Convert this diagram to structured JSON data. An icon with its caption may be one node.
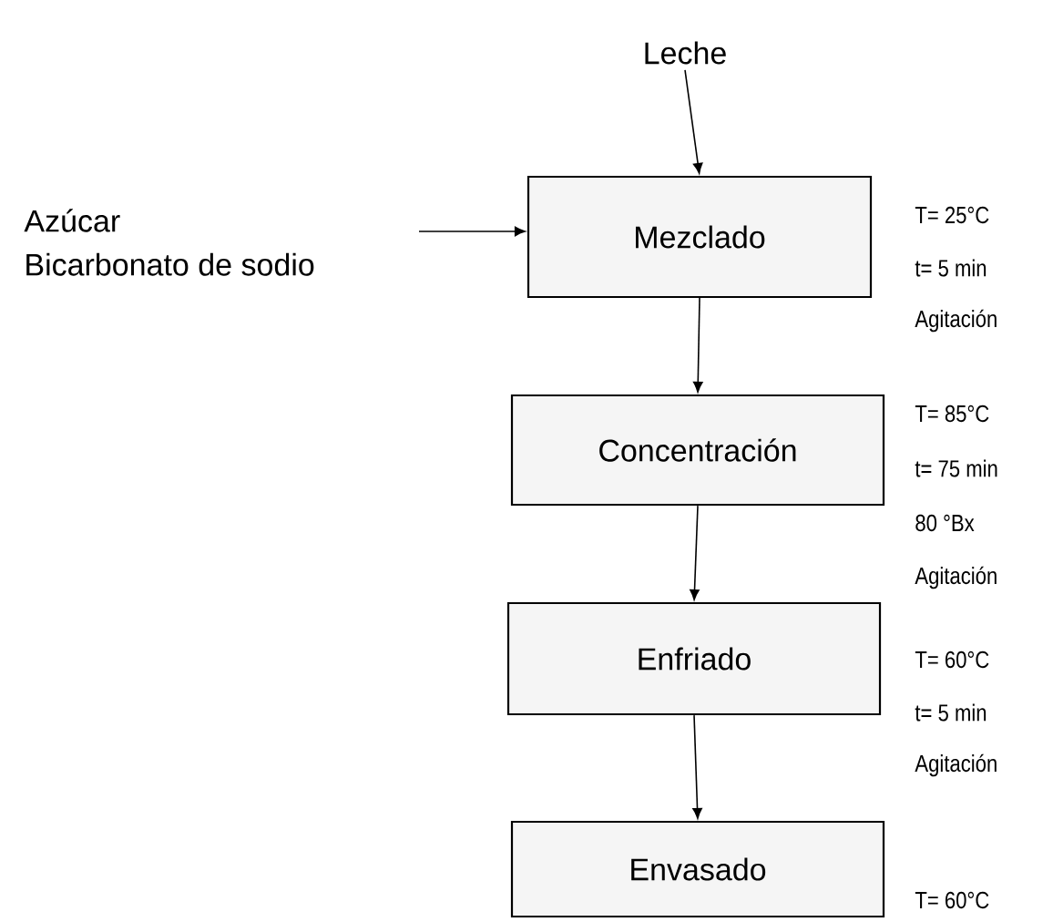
{
  "diagram": {
    "nodes": [
      {
        "text": [
          "Leche"
        ]
      },
      {
        "text": [
          "Azúcar",
          "Bicarbonato de sodio"
        ]
      },
      {
        "text": [
          "Mezclado"
        ],
        "beside": [
          "T= 25°C",
          "t= 5 min",
          "Agitación"
        ]
      },
      {
        "text": [
          "Concentración"
        ],
        "beside": [
          "T= 85°C",
          "t= 75 min",
          "80 °Bx",
          "Agitación"
        ]
      },
      {
        "text": [
          "Enfriado"
        ],
        "beside": [
          "T= 60°C",
          "t= 5 min",
          "Agitación"
        ]
      },
      {
        "text": [
          "Envasado"
        ],
        "beside": [
          "T= 60°C"
        ]
      }
    ],
    "edges": [
      {
        "from": 0,
        "to": 2,
        "arrow": "to"
      },
      {
        "from": 1,
        "to": 2,
        "arrow": "to"
      },
      {
        "from": 2,
        "to": 3,
        "arrow": "to"
      },
      {
        "from": 3,
        "to": 4,
        "arrow": "to"
      },
      {
        "from": 4,
        "to": 5,
        "arrow": "to"
      }
    ]
  }
}
